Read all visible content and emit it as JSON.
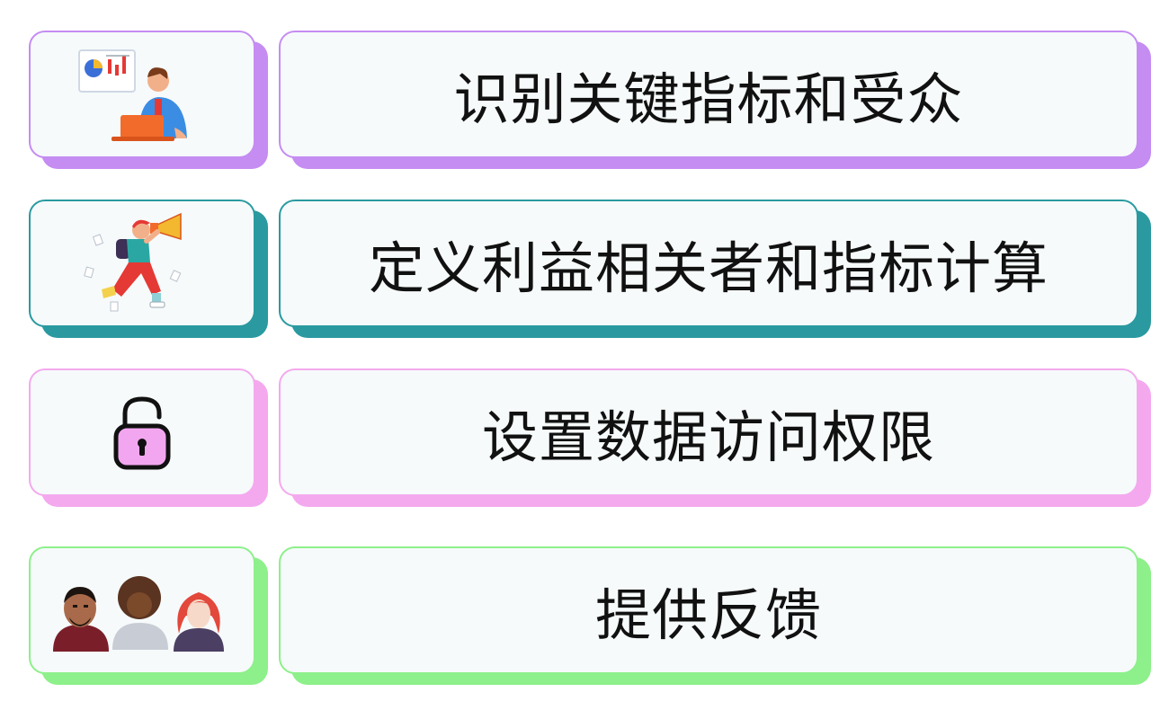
{
  "steps": [
    {
      "label": "识别关键指标和受众",
      "accent": "#c58cf2",
      "icon": "analyst-with-laptop-icon"
    },
    {
      "label": "定义利益相关者和指标计算",
      "accent": "#2a9aa0",
      "icon": "person-with-megaphone-icon"
    },
    {
      "label": "设置数据访问权限",
      "accent": "#f4a9ee",
      "icon": "padlock-icon"
    },
    {
      "label": "提供反馈",
      "accent": "#8df08a",
      "icon": "people-group-icon"
    }
  ]
}
